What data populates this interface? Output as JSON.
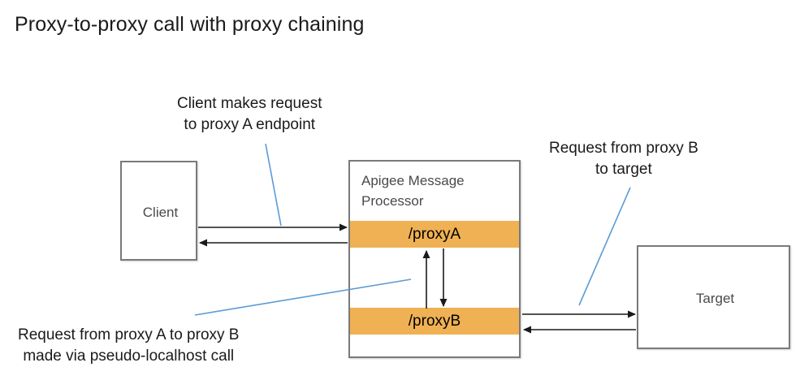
{
  "title": "Proxy-to-proxy call with proxy chaining",
  "nodes": {
    "client": {
      "label": "Client"
    },
    "target": {
      "label": "Target"
    },
    "message_processor": {
      "title": "Apigee Message Processor",
      "bands": [
        {
          "label": "/proxyA",
          "color": "#efb153"
        },
        {
          "label": "/proxyB",
          "color": "#efb153"
        }
      ]
    }
  },
  "annotations": [
    {
      "id": "client-request",
      "line1": "Client makes request",
      "line2": "to proxy A endpoint",
      "leader_color": "#5b9bd5"
    },
    {
      "id": "proxyb-target",
      "line1": "Request from proxy B",
      "line2": "to target",
      "leader_color": "#5b9bd5"
    },
    {
      "id": "proxy-chaining",
      "line1": "Request from proxy A to proxy B",
      "line2": "made via pseudo-localhost call",
      "leader_color": "#5b9bd5"
    }
  ],
  "flows": [
    {
      "id": "client-to-proxya",
      "from": "client",
      "to": "/proxyA",
      "direction": "right"
    },
    {
      "id": "proxya-to-client",
      "from": "/proxyA",
      "to": "client",
      "direction": "left"
    },
    {
      "id": "proxya-to-proxyb",
      "from": "/proxyA",
      "to": "/proxyB",
      "direction": "down"
    },
    {
      "id": "proxyb-to-proxya",
      "from": "/proxyB",
      "to": "/proxyA",
      "direction": "up"
    },
    {
      "id": "proxyb-to-target",
      "from": "/proxyB",
      "to": "target",
      "direction": "right"
    },
    {
      "id": "target-to-proxyb",
      "from": "target",
      "to": "/proxyB",
      "direction": "left"
    }
  ],
  "colors": {
    "band": "#efb153",
    "box_border": "#7a7a7a",
    "text": "#1a1a1a",
    "muted_text": "#4a4a4a",
    "leader": "#5b9bd5"
  }
}
